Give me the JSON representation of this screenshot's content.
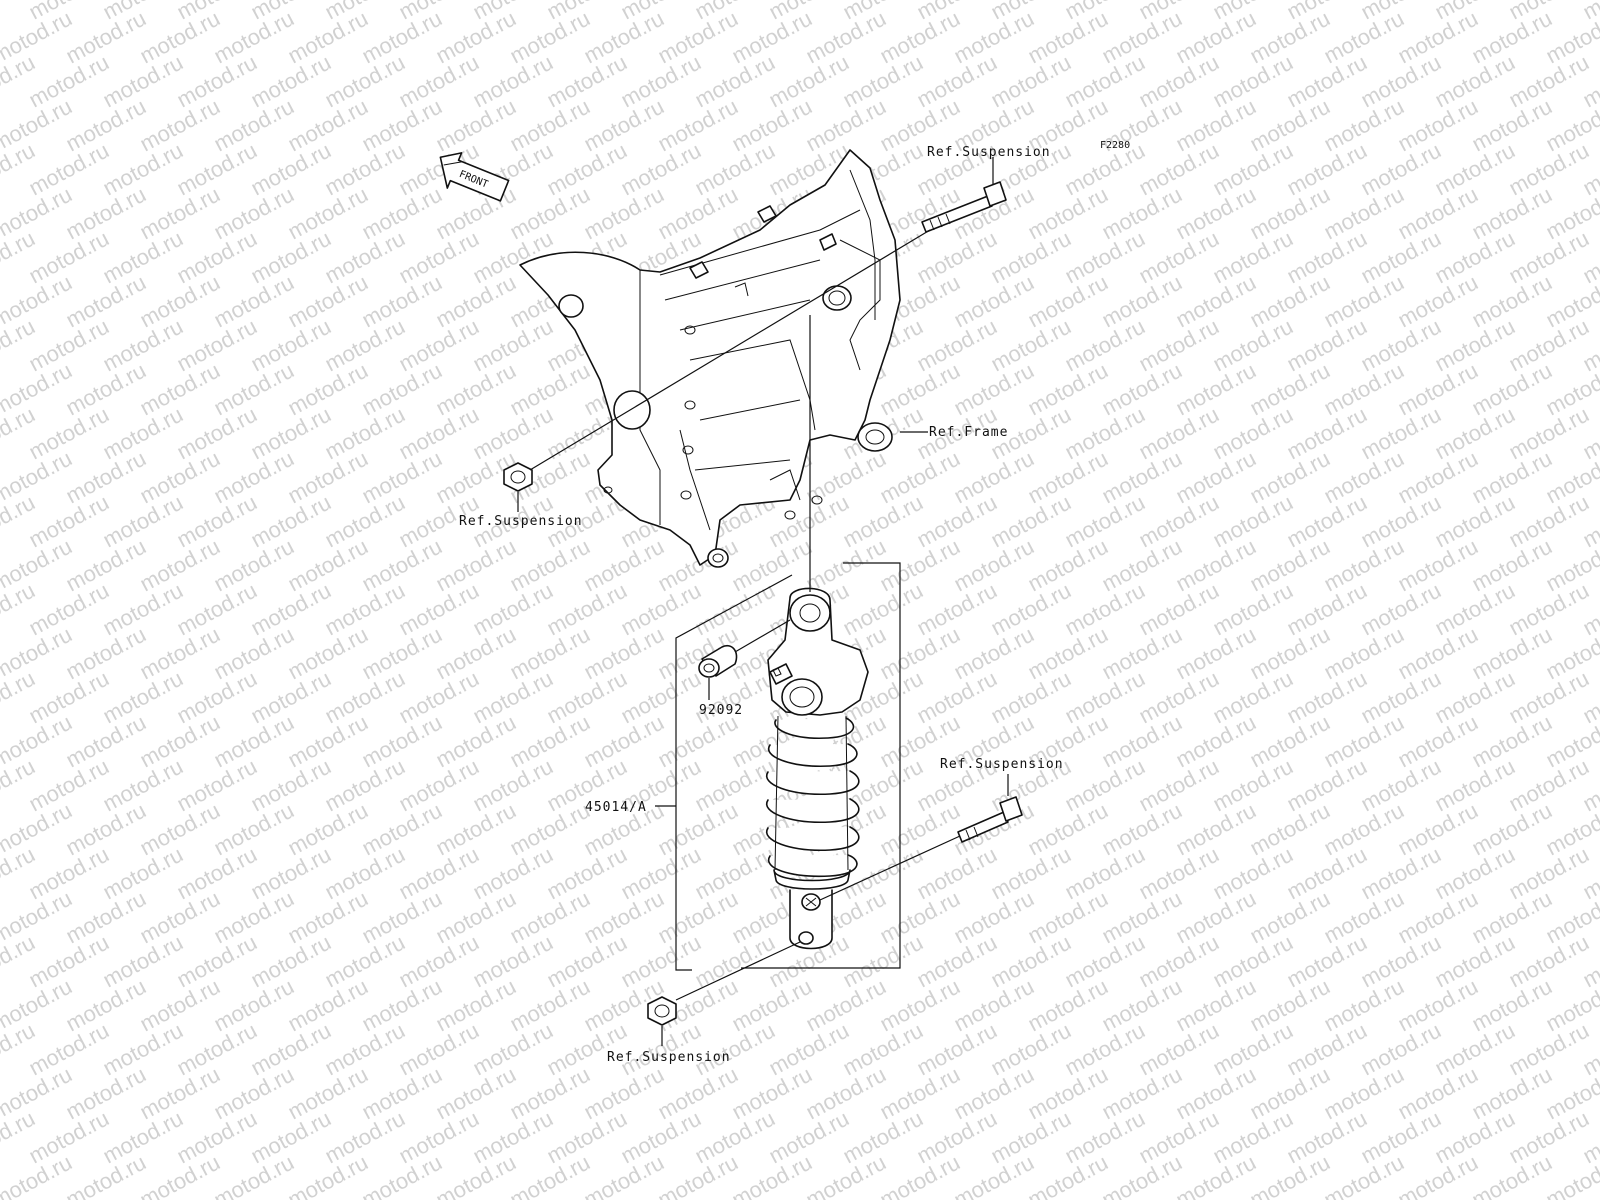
{
  "diagram": {
    "code": "F2280",
    "front_label": "FRONT",
    "watermark": "motod.ru",
    "labels": {
      "ref_suspension_top": "Ref.Suspension",
      "ref_frame": "Ref.Frame",
      "ref_suspension_left": "Ref.Suspension",
      "part_92092": "92092",
      "part_45014": "45014/A",
      "ref_suspension_right": "Ref.Suspension",
      "ref_suspension_bottom": "Ref.Suspension"
    }
  }
}
